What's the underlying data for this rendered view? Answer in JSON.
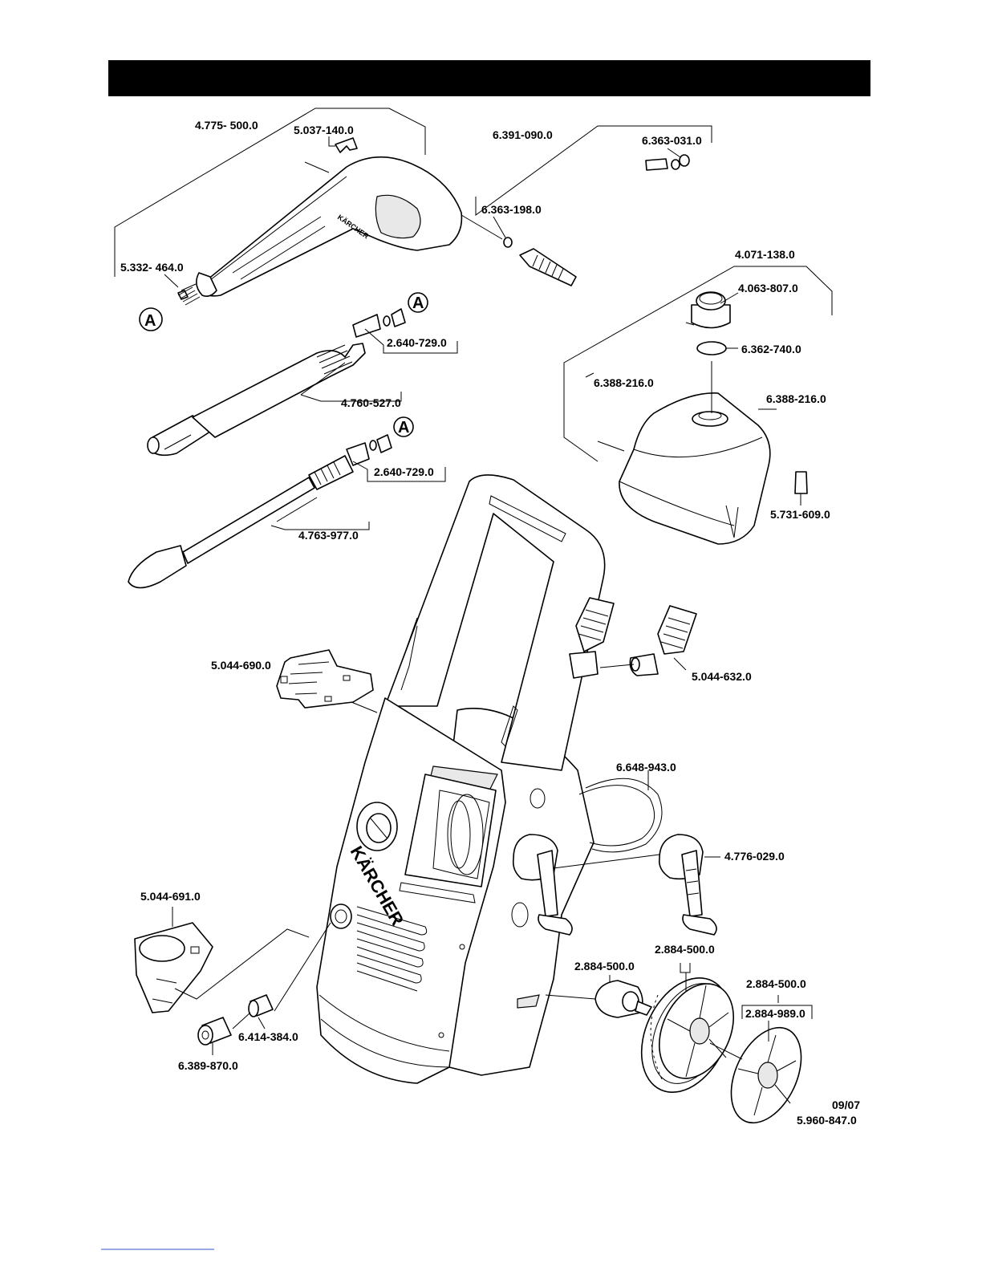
{
  "parts": {
    "p_4775_500": "4.775- 500.0",
    "p_5037_140": "5.037-140.0",
    "p_5332_464": "5.332- 464.0",
    "p_6391_090": "6.391-090.0",
    "p_6363_031": "6.363-031.0",
    "p_6363_198": "6.363-198.0",
    "p_4071_138": "4.071-138.0",
    "p_4063_807": "4.063-807.0",
    "p_6362_740": "6.362-740.0",
    "p_6388_216_a": "6.388-216.0",
    "p_6388_216_b": "6.388-216.0",
    "p_5731_609": "5.731-609.0",
    "p_2640_729_a": "2.640-729.0",
    "p_4760_527": "4.760-527.0",
    "p_2640_729_b": "2.640-729.0",
    "p_4763_977": "4.763-977.0",
    "p_5044_690": "5.044-690.0",
    "p_5044_632": "5.044-632.0",
    "p_6648_943": "6.648-943.0",
    "p_4776_029": "4.776-029.0",
    "p_5044_691": "5.044-691.0",
    "p_2884_500_a": "2.884-500.0",
    "p_2884_500_b": "2.884-500.0",
    "p_2884_500_c": "2.884-500.0",
    "p_2884_989": "2.884-989.0",
    "p_6414_384": "6.414-384.0",
    "p_6389_870": "6.389-870.0"
  },
  "refs": {
    "a1": "A",
    "a2": "A",
    "a3": "A"
  },
  "logo": {
    "brand": "KÄRCHER"
  },
  "footer": {
    "date": "09/07",
    "doc_number": "5.960-847.0"
  }
}
